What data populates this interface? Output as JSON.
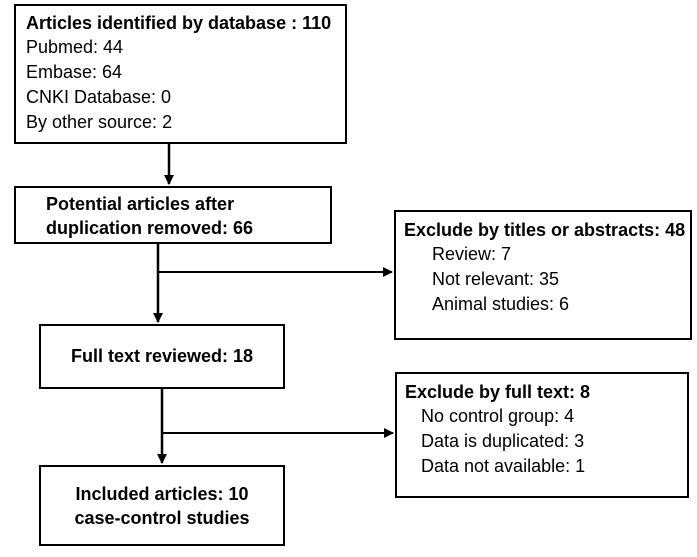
{
  "identified": {
    "title": "Articles identified by database : 110",
    "lines": [
      "Pubmed: 44",
      "Embase:  64",
      "CNKI Database: 0",
      "By other source: 2"
    ]
  },
  "potential": {
    "line1": "Potential articles after",
    "line2": "duplication removed:  66"
  },
  "exclude_titles": {
    "title": "Exclude by titles or abstracts: 48",
    "lines": [
      "Review: 7",
      "Not relevant:  35",
      "Animal studies: 6"
    ]
  },
  "fulltext": {
    "title": "Full text reviewed: 18"
  },
  "exclude_fulltext": {
    "title": "Exclude by full text: 8",
    "lines": [
      "No control group: 4",
      "Data is duplicated: 3",
      "Data not available: 1"
    ]
  },
  "included": {
    "line1": "Included articles: 10",
    "line2": "case-control studies"
  }
}
